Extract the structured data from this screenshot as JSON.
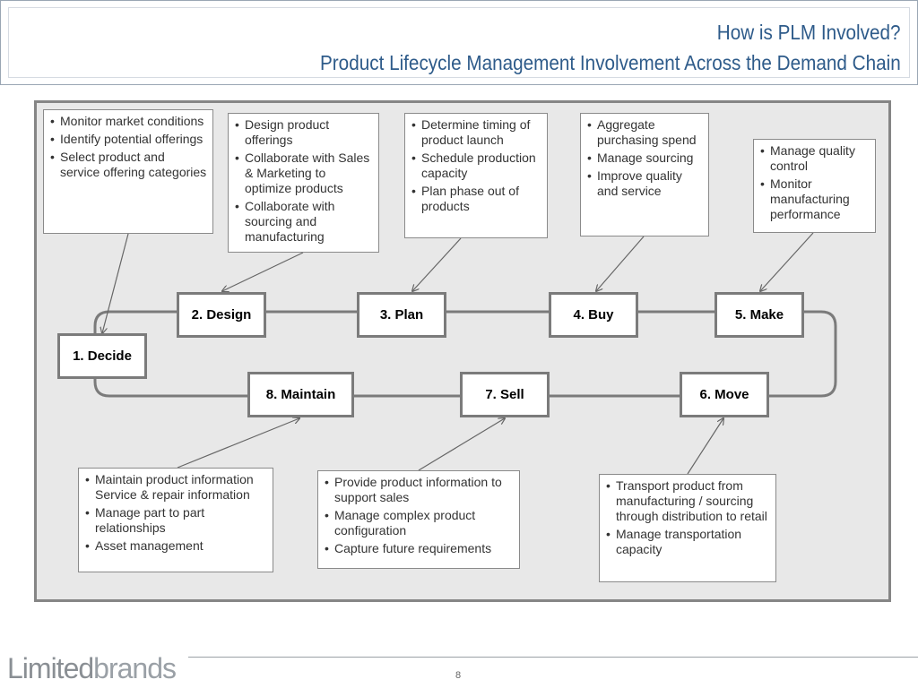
{
  "header": {
    "title_line1": "How is PLM Involved?",
    "title_line2": "Product Lifecycle Management Involvement Across the Demand Chain"
  },
  "stages": [
    {
      "label": "1. Decide"
    },
    {
      "label": "2. Design"
    },
    {
      "label": "3. Plan"
    },
    {
      "label": "4. Buy"
    },
    {
      "label": "5. Make"
    },
    {
      "label": "6. Move"
    },
    {
      "label": "7. Sell"
    },
    {
      "label": "8. Maintain"
    }
  ],
  "notes": {
    "decide": [
      "Monitor market conditions",
      "Identify potential offerings",
      "Select product and service offering categories"
    ],
    "design": [
      "Design product offerings",
      "Collaborate with Sales & Marketing to optimize products",
      "Collaborate with sourcing and manufacturing"
    ],
    "plan": [
      "Determine timing of product launch",
      "Schedule production capacity",
      "Plan phase out of products"
    ],
    "buy": [
      "Aggregate purchasing spend",
      "Manage sourcing",
      "Improve quality and service"
    ],
    "make": [
      "Manage quality control",
      "Monitor manufacturing performance"
    ],
    "maintain": [
      "Maintain product information Service & repair information",
      "Manage part to part relationships",
      "Asset management"
    ],
    "sell": [
      "Provide product information to support sales",
      "Manage complex product configuration",
      "Capture future requirements"
    ],
    "move": [
      "Transport product from manufacturing / sourcing through distribution to retail",
      "Manage transportation capacity"
    ]
  },
  "footer": {
    "logo_part1": "Limited",
    "logo_part2": "brands",
    "page_number": "8"
  },
  "colors": {
    "title": "#2e5b8a",
    "panel_bg": "#e8e8e8",
    "border": "#7b7b7b"
  }
}
